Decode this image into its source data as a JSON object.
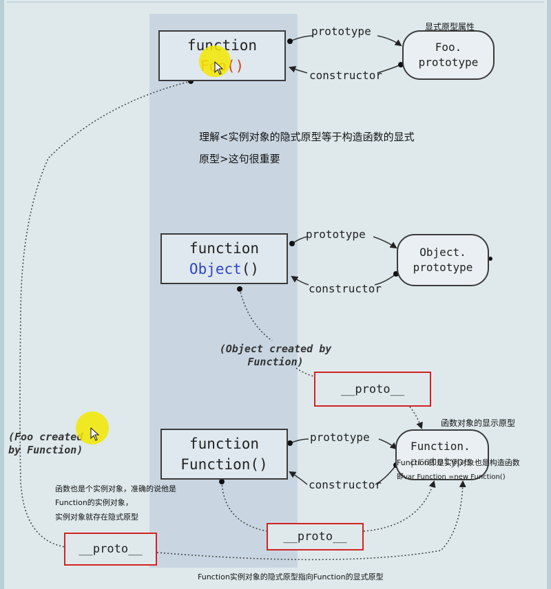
{
  "diagram": {
    "foo_box": {
      "line1": "function",
      "line2": "Foo()"
    },
    "object_box": {
      "line1": "function",
      "line2_name": "Object",
      "line2_suffix": "()"
    },
    "function_box": {
      "line1": "function",
      "line2": "Function()"
    },
    "foo_proto": {
      "line1": "Foo.",
      "line2": "prototype"
    },
    "object_proto": {
      "line1": "Object.",
      "line2": "prototype"
    },
    "function_proto": {
      "line1": "Function.",
      "line2": "prototype"
    },
    "edge_labels": {
      "prototype": "prototype",
      "constructor": "constructor"
    },
    "italic_labels": {
      "object_created_line1": "(Object created by",
      "object_created_line2": "Function)",
      "foo_created_line1": "(Foo created",
      "foo_created_line2": "by Function)"
    },
    "proto_boxes": {
      "object_proto_link": "__proto__",
      "function_proto_link": "__proto__",
      "foo_proto_link": "__proto__"
    }
  },
  "annotations": {
    "explicit_prototype_attr": "显式原型属性",
    "understand_line1": "理解<实例对象的隐式原型等于构造函数的显式",
    "understand_line2": "原型>这句很重要",
    "function_explicit_proto": "函数对象的显示原型",
    "function_both_line1": "Function即是实例对象也是构造函数",
    "function_both_line2": "即var Function =new Function()",
    "function_instance_line1": "函数也是个实例对象，准确的说他是",
    "function_instance_line2": "Function的实例对象，",
    "function_instance_line3": "实例对象就存在隐式原型",
    "bottom_caption": "Function实例对象的隐式原型指向Function的显式原型"
  },
  "colors": {
    "object_name": "#2a44c8",
    "foo_name": "#d43c1c",
    "highlight": "#f3e800",
    "red_box": "#d12222"
  }
}
